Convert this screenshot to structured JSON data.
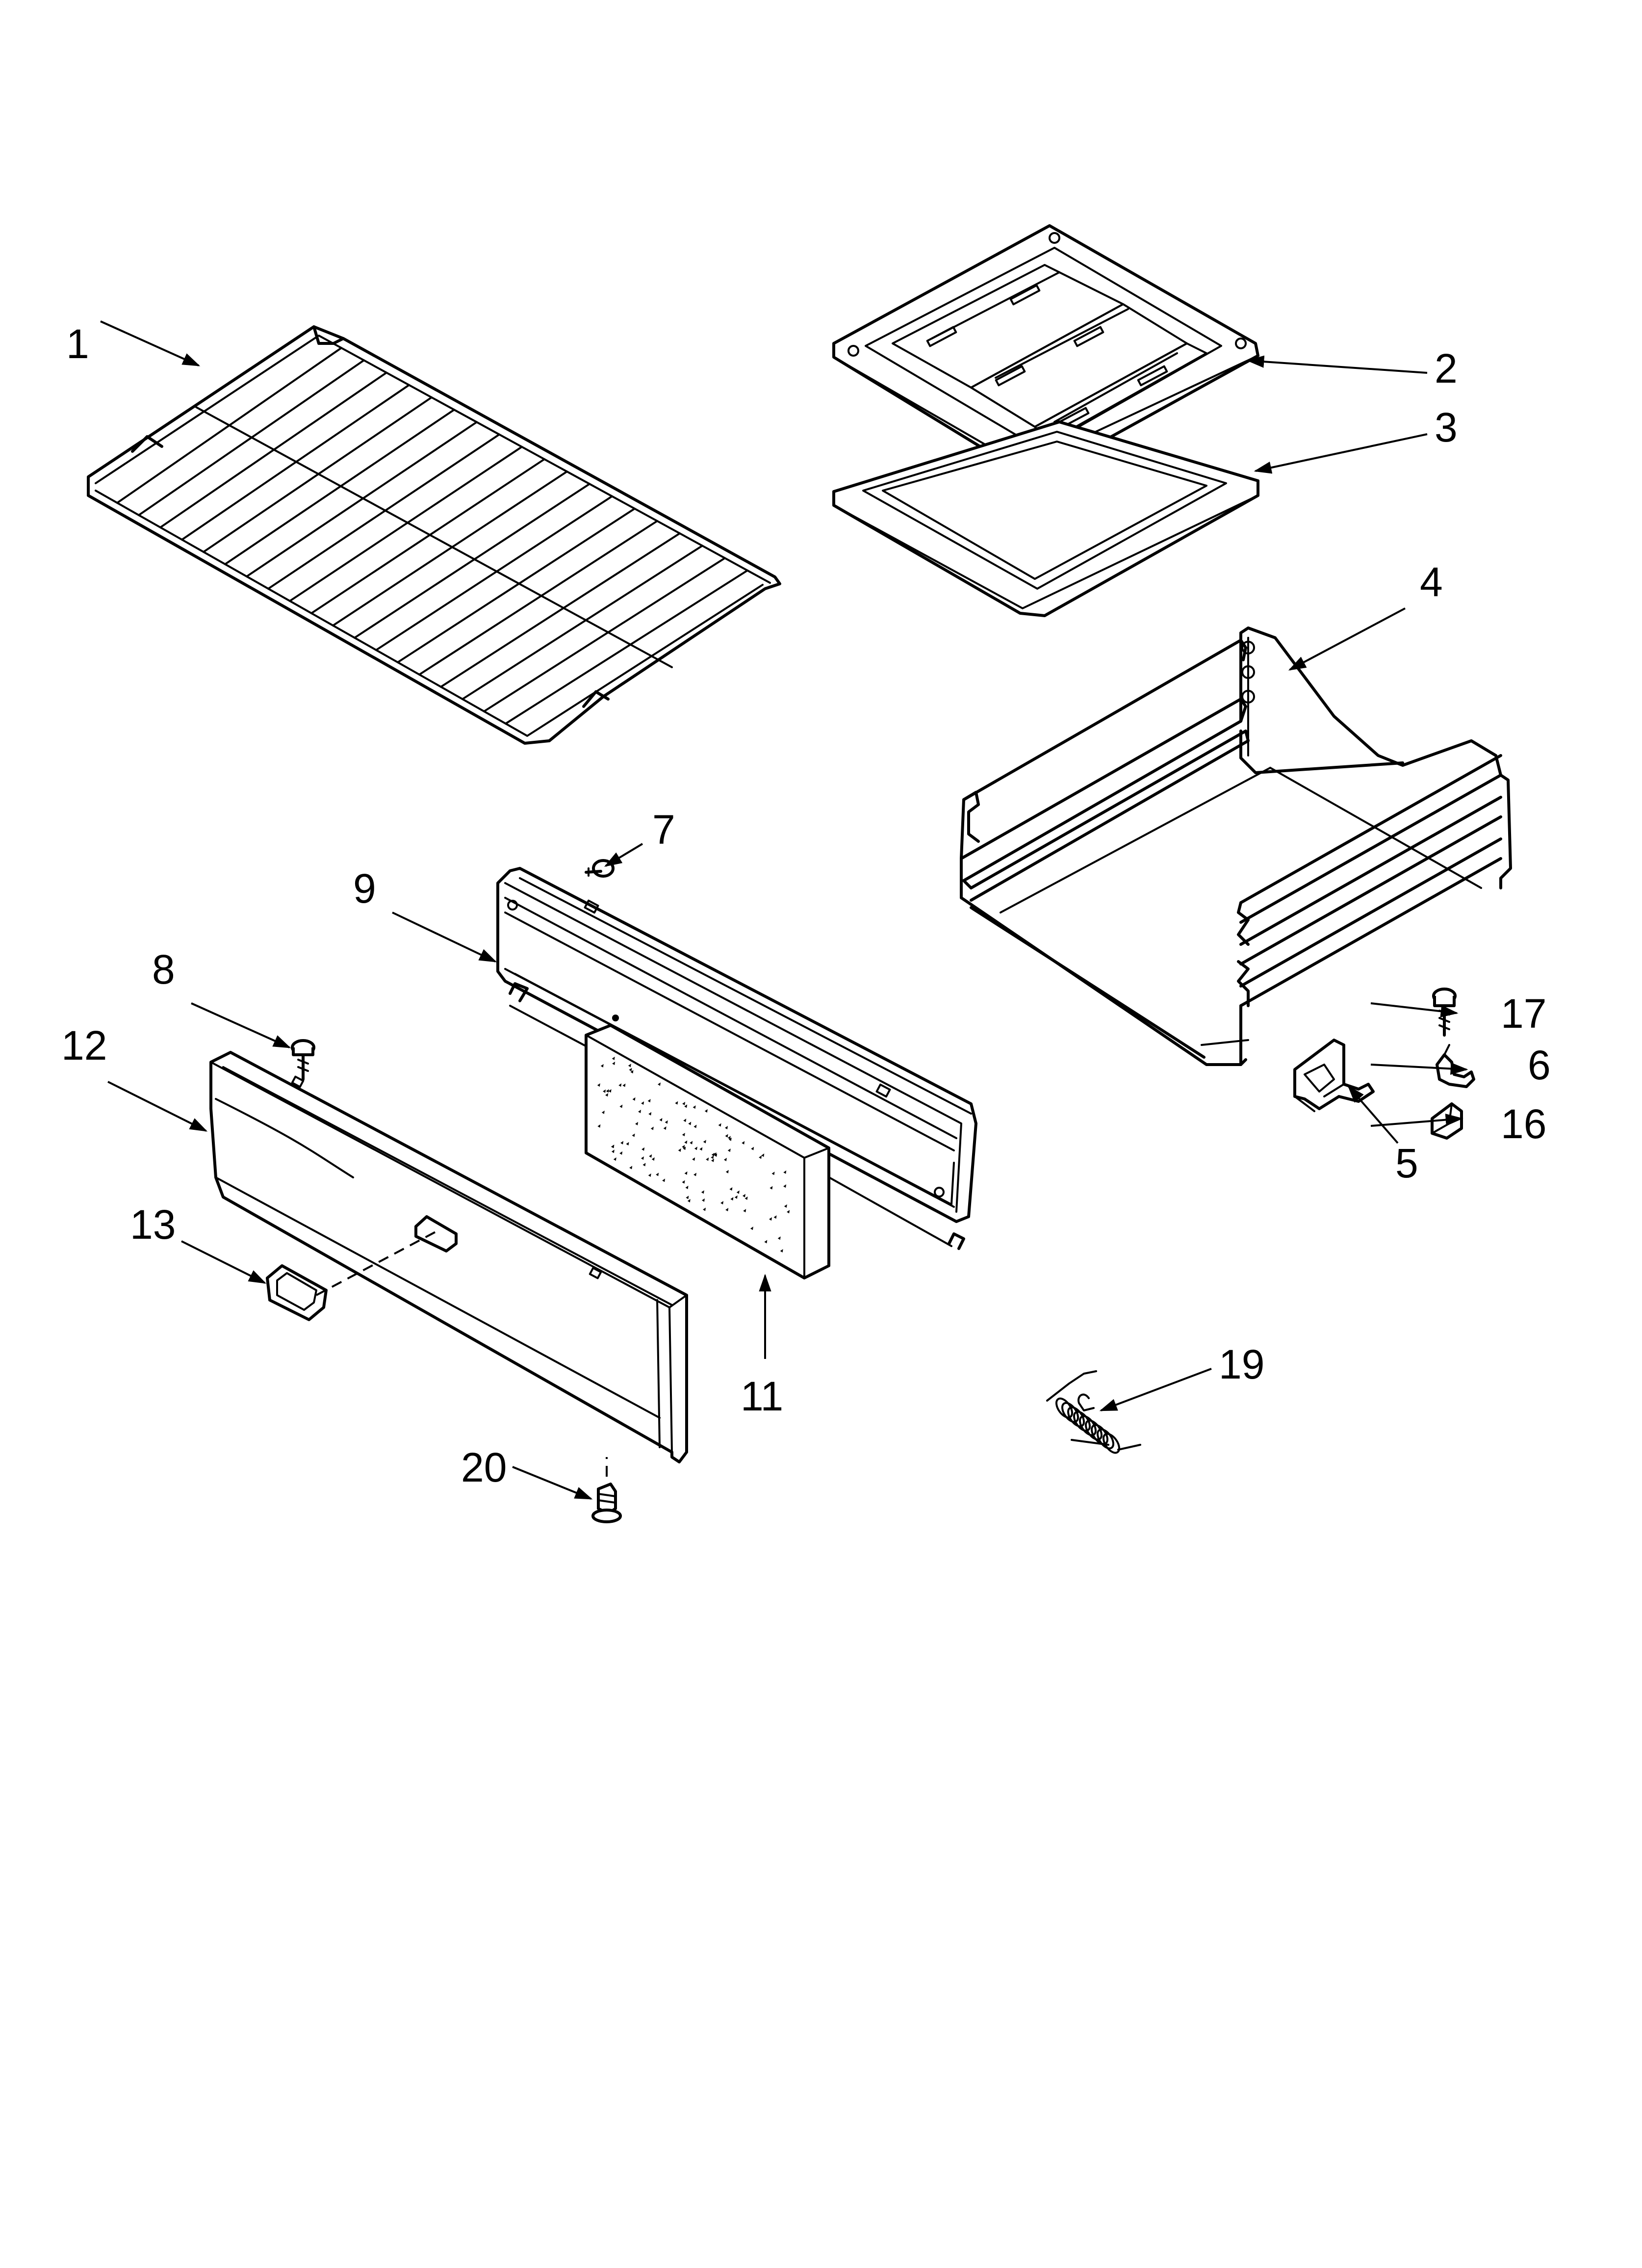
{
  "parts": [
    {
      "id": "1",
      "label": "1",
      "part": "rack"
    },
    {
      "id": "2",
      "label": "2",
      "part": "broiler-pan-grid"
    },
    {
      "id": "3",
      "label": "3",
      "part": "broiler-pan"
    },
    {
      "id": "4",
      "label": "4",
      "part": "drawer-body"
    },
    {
      "id": "5",
      "label": "5",
      "part": "drawer-bracket"
    },
    {
      "id": "6",
      "label": "6",
      "part": "clip"
    },
    {
      "id": "7",
      "label": "7",
      "part": "screw"
    },
    {
      "id": "8",
      "label": "8",
      "part": "screw"
    },
    {
      "id": "9",
      "label": "9",
      "part": "inner-panel"
    },
    {
      "id": "11",
      "label": "11",
      "part": "insulation"
    },
    {
      "id": "12",
      "label": "12",
      "part": "drawer-front-panel"
    },
    {
      "id": "13",
      "label": "13",
      "part": "handle-insert"
    },
    {
      "id": "16",
      "label": "16",
      "part": "cover"
    },
    {
      "id": "17",
      "label": "17",
      "part": "screw"
    },
    {
      "id": "19",
      "label": "19",
      "part": "spring"
    },
    {
      "id": "20",
      "label": "20",
      "part": "screw"
    }
  ]
}
